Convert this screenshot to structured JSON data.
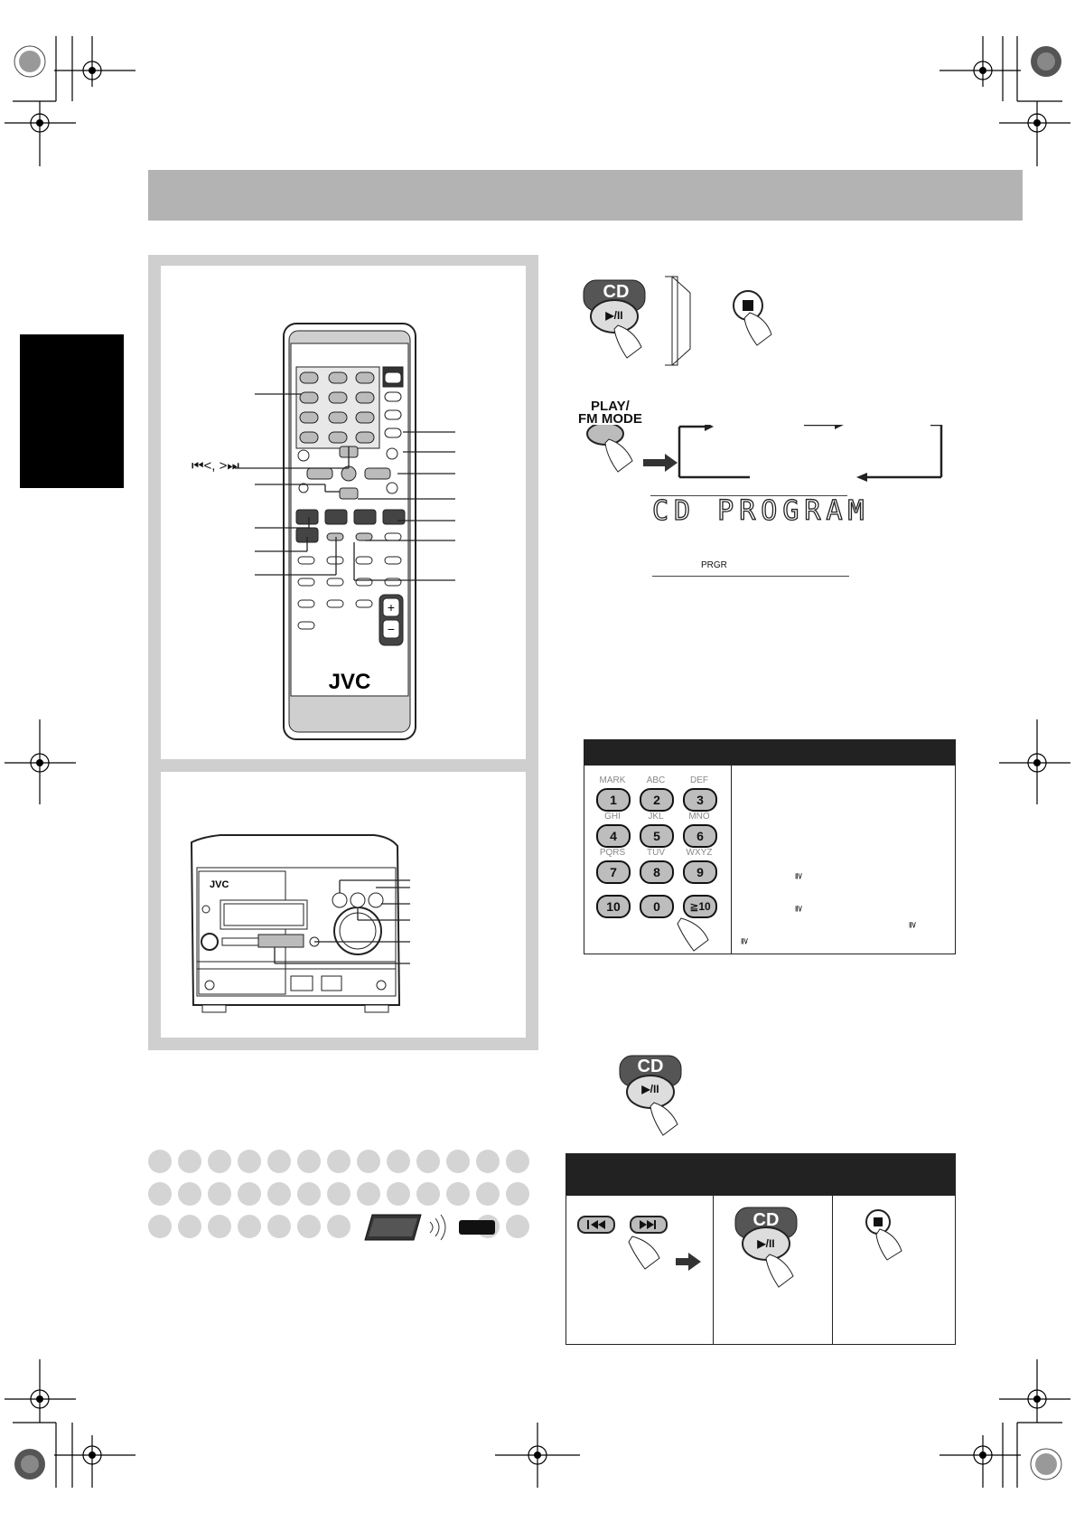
{
  "remote": {
    "label_skip": "⏮<, >⏭",
    "brand": "JVC",
    "vol_plus": "+",
    "vol_minus": "−"
  },
  "unit": {
    "brand": "JVC"
  },
  "steps": {
    "cd_button": "CD",
    "play_pause": "▶/II",
    "play_mode_label_line1": "PLAY/",
    "play_mode_label_line2": "FM MODE",
    "display_text": "CD PROGRAM",
    "indicator": "PRGR"
  },
  "keypad": {
    "keys": [
      {
        "sub": "MARK",
        "num": "1"
      },
      {
        "sub": "ABC",
        "num": "2"
      },
      {
        "sub": "DEF",
        "num": "3"
      },
      {
        "sub": "GHI",
        "num": "4"
      },
      {
        "sub": "JKL",
        "num": "5"
      },
      {
        "sub": "MNO",
        "num": "6"
      },
      {
        "sub": "PQRS",
        "num": "7"
      },
      {
        "sub": "TUV",
        "num": "8"
      },
      {
        "sub": "WXYZ",
        "num": "9"
      },
      {
        "sub": "",
        "num": "10"
      },
      {
        "sub": "",
        "num": "0"
      },
      {
        "sub": "",
        "num": "≧10"
      }
    ],
    "ge_marks": [
      "≧",
      "≧",
      "≧",
      "≧"
    ]
  },
  "bottom_table": {
    "cd_button": "CD",
    "play_pause": "▶/II"
  }
}
